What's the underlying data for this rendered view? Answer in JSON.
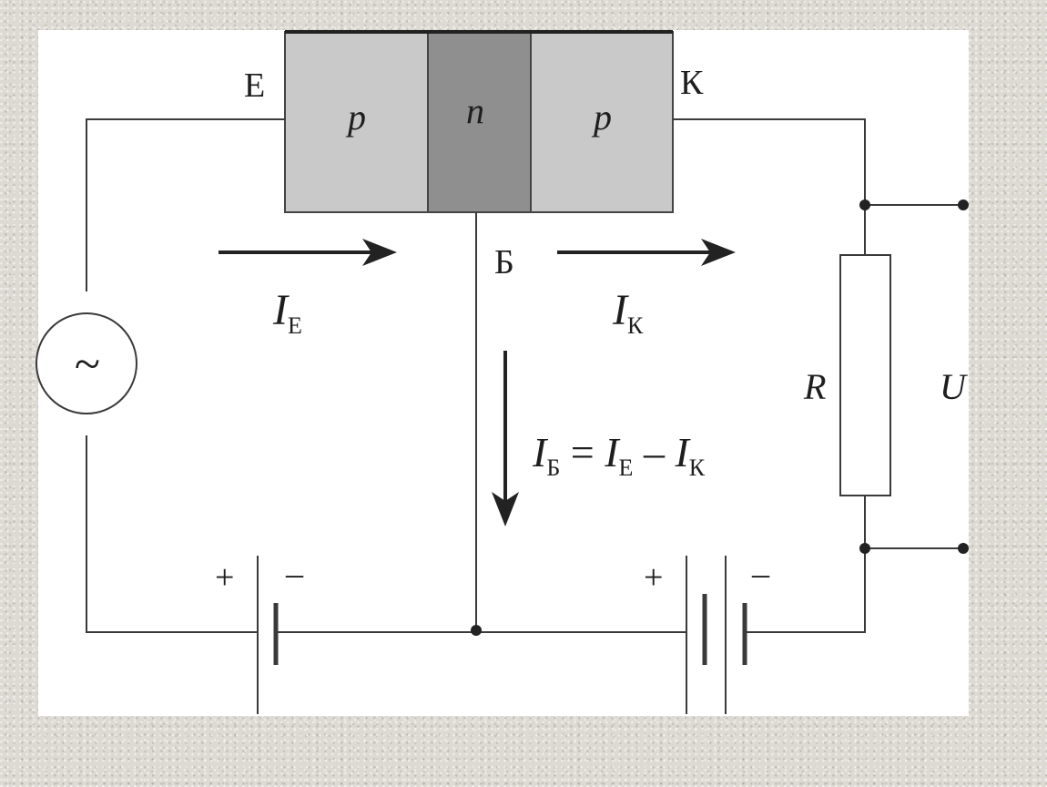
{
  "terminals": {
    "emitter": "Е",
    "collector": "К",
    "base": "Б"
  },
  "regions": {
    "emitter": "p",
    "base": "n",
    "collector": "p"
  },
  "currents": {
    "emitter_symbol": "I",
    "emitter_sub": "Е",
    "collector_symbol": "I",
    "collector_sub": "К",
    "formula": {
      "i1": "I",
      "sub1": "Б",
      "eq": " = ",
      "i2": "I",
      "sub2": "Е",
      "minus": " – ",
      "i3": "I",
      "sub3": "К"
    }
  },
  "components": {
    "source_symbol": "~",
    "resistor_label": "R",
    "output_label": "U",
    "battery_left": {
      "plus": "+",
      "minus": "–"
    },
    "battery_right": {
      "plus": "+",
      "minus": "–"
    }
  },
  "colors": {
    "p_region": "#c9c9c9",
    "n_region": "#8f8f8f",
    "wire": "#3a3a3a",
    "text": "#1e1e1e"
  }
}
